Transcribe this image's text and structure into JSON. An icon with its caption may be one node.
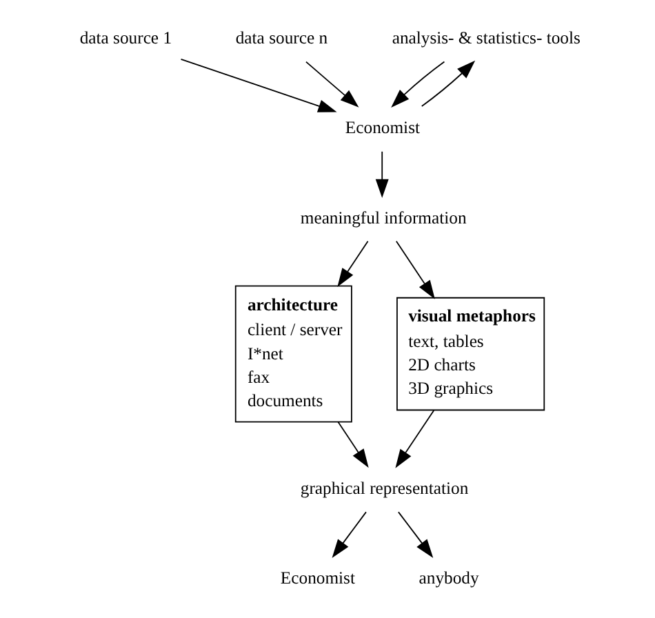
{
  "diagram": {
    "nodes": [
      {
        "text": [
          "data source 1"
        ]
      },
      {
        "text": [
          "data source n"
        ]
      },
      {
        "text": [
          "analysis- & statistics- tools"
        ]
      },
      {
        "text": [
          "Economist"
        ]
      },
      {
        "text": [
          "meaningful information"
        ]
      },
      {
        "text": [
          "architecture",
          "client / server",
          "I*net",
          "fax",
          "documents"
        ]
      },
      {
        "text": [
          "visual metaphors",
          "text, tables",
          "2D charts",
          "3D graphics"
        ]
      },
      {
        "text": [
          "graphical representation"
        ]
      },
      {
        "text": [
          "Economist"
        ]
      },
      {
        "text": [
          "anybody"
        ]
      }
    ],
    "edges": [
      {
        "from": 0,
        "to": 3,
        "arrow": "to"
      },
      {
        "from": 1,
        "to": 3,
        "arrow": "to"
      },
      {
        "from": 2,
        "to": 3,
        "arrow": "to"
      },
      {
        "from": 3,
        "to": 2,
        "arrow": "to"
      },
      {
        "from": 3,
        "to": 4,
        "arrow": "to"
      },
      {
        "from": 4,
        "to": 5,
        "arrow": "to"
      },
      {
        "from": 4,
        "to": 6,
        "arrow": "to"
      },
      {
        "from": 5,
        "to": 7,
        "arrow": "to"
      },
      {
        "from": 6,
        "to": 7,
        "arrow": "to"
      },
      {
        "from": 7,
        "to": 8,
        "arrow": "to"
      },
      {
        "from": 7,
        "to": 9,
        "arrow": "to"
      }
    ]
  }
}
